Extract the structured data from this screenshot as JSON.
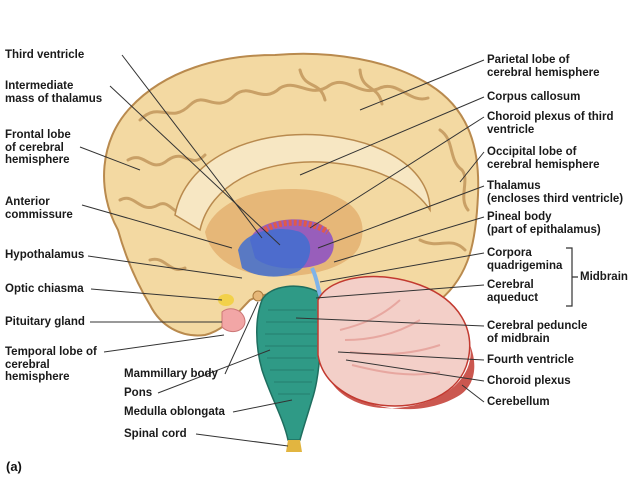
{
  "figure": {
    "panel_label": "(a)",
    "colors": {
      "brain_fill": "#f3d9a2",
      "brain_gyri_line": "#c9a066",
      "brain_deep": "#e6b778",
      "ventricle_blue": "#3f6fd0",
      "thalamus_purple": "#8a4fc7",
      "choroid_red": "#e05a4a",
      "cerebellum_pink": "#f3cfc8",
      "cerebellum_red": "#c23a30",
      "brainstem_teal": "#2f9a86",
      "spinal_yellow": "#e2b540",
      "pituitary_pink": "#f2a6a6",
      "optic_yellow": "#f2d14a",
      "leader_line": "#333333"
    }
  },
  "labels": {
    "third_ventricle": "Third ventricle",
    "intermediate_mass": "Intermediate\nmass of thalamus",
    "frontal_lobe": "Frontal lobe\nof cerebral\nhemisphere",
    "anterior_commissure": "Anterior\ncommissure",
    "hypothalamus": "Hypothalamus",
    "optic_chiasma": "Optic chiasma",
    "pituitary_gland": "Pituitary gland",
    "temporal_lobe": "Temporal lobe of\ncerebral\nhemisphere",
    "mammillary_body": "Mammillary body",
    "pons": "Pons",
    "medulla_oblongata": "Medulla oblongata",
    "spinal_cord": "Spinal cord",
    "parietal_lobe": "Parietal lobe of\ncerebral hemisphere",
    "corpus_callosum": "Corpus callosum",
    "choroid_plexus_third": "Choroid plexus of third\nventricle",
    "occipital_lobe": "Occipital lobe of\ncerebral hemisphere",
    "thalamus": "Thalamus\n(encloses third ventricle)",
    "pineal_body": "Pineal body\n(part of epithalamus)",
    "corpora_quadrigemina": "Corpora\nquadrigemina",
    "cerebral_aqueduct": "Cerebral\naqueduct",
    "midbrain": "Midbrain",
    "cerebral_peduncle": "Cerebral peduncle\nof midbrain",
    "fourth_ventricle": "Fourth ventricle",
    "choroid_plexus": "Choroid plexus",
    "cerebellum": "Cerebellum"
  }
}
